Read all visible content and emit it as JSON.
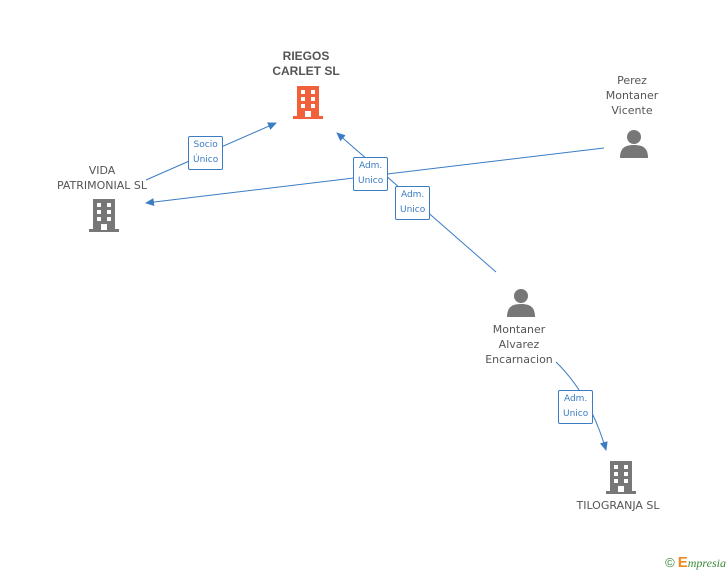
{
  "colors": {
    "edge": "#3b7cc4",
    "main_company": "#f0603a",
    "company": "#777777",
    "person": "#777777"
  },
  "nodes": {
    "riegos": {
      "lines": [
        "RIEGOS",
        "CARLET SL"
      ],
      "icon": "building-icon"
    },
    "vida": {
      "lines": [
        "VIDA",
        "PATRIMONIAL SL"
      ],
      "icon": "building-icon"
    },
    "perez": {
      "lines": [
        "Perez",
        "Montaner",
        "Vicente"
      ],
      "icon": "person-icon"
    },
    "montaner": {
      "lines": [
        "Montaner",
        "Alvarez",
        "Encarnacion"
      ],
      "icon": "person-icon"
    },
    "tilogranja": {
      "lines": [
        "TILOGRANJA SL"
      ],
      "icon": "building-icon"
    }
  },
  "edges": {
    "socio": {
      "lines": [
        "Socio",
        "Único"
      ]
    },
    "adm1": {
      "lines": [
        "Adm.",
        "Unico"
      ]
    },
    "adm2": {
      "lines": [
        "Adm.",
        "Unico"
      ]
    },
    "adm3": {
      "lines": [
        "Adm.",
        "Unico"
      ]
    }
  },
  "footer": {
    "copyright": "©",
    "brand_initial": "E",
    "brand_rest": "mpresia"
  }
}
